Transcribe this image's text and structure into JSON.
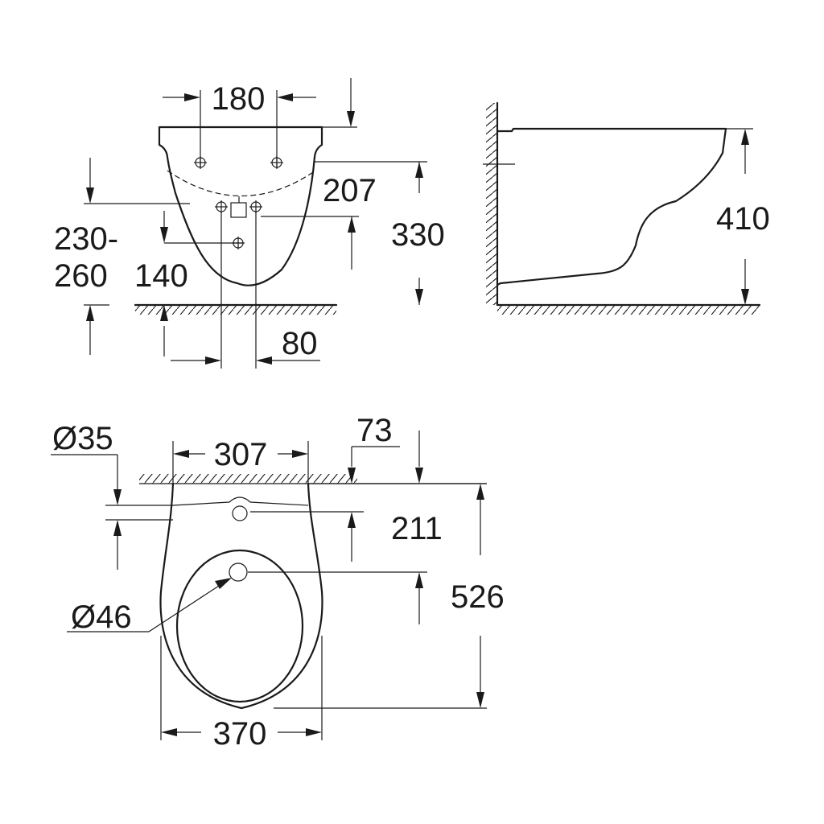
{
  "dimensions": {
    "front_hole_spacing": "180",
    "front_fix_height": "207",
    "front_height": "330",
    "front_install_range_top": "230-",
    "front_install_range_bottom": "260",
    "front_lower_height": "140",
    "front_base_spacing": "80",
    "side_height": "410",
    "top_inlet_diameter": "Ø35",
    "top_rear_width": "307",
    "top_offset": "73",
    "top_center_distance": "211",
    "top_depth": "526",
    "top_drain_diameter": "Ø46",
    "top_width": "370"
  }
}
